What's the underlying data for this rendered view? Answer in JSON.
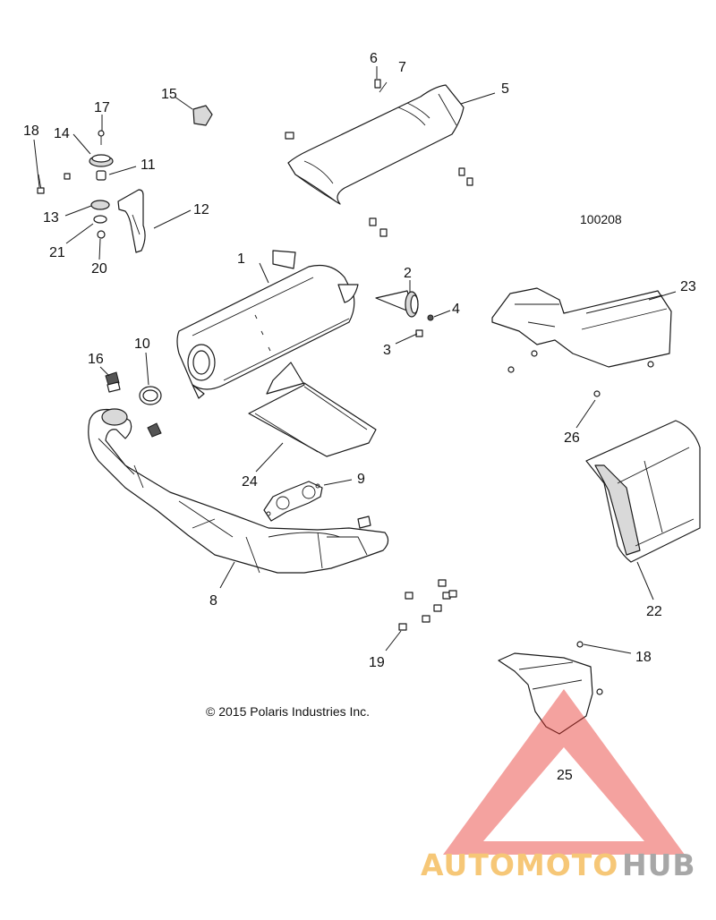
{
  "diagram": {
    "drawing_number": "100208",
    "copyright": "© 2015 Polaris Industries Inc.",
    "callouts": [
      "1",
      "2",
      "3",
      "4",
      "5",
      "6",
      "7",
      "8",
      "9",
      "10",
      "11",
      "12",
      "13",
      "14",
      "15",
      "16",
      "17",
      "18",
      "18",
      "19",
      "20",
      "21",
      "22",
      "23",
      "24",
      "25",
      "26"
    ]
  },
  "parts": {
    "p1": "1",
    "p2": "2",
    "p3": "3",
    "p4": "4",
    "p5": "5",
    "p6": "6",
    "p7": "7",
    "p8": "8",
    "p9": "9",
    "p10": "10",
    "p11": "11",
    "p12": "12",
    "p13": "13",
    "p14": "14",
    "p15": "15",
    "p16": "16",
    "p17": "17",
    "p18a": "18",
    "p18b": "18",
    "p19": "19",
    "p20": "20",
    "p21": "21",
    "p22": "22",
    "p23": "23",
    "p24": "24",
    "p25": "25",
    "p26": "26"
  },
  "watermark": {
    "brand_part1": "AUTOMOTO",
    "brand_part2": "HUB",
    "color_part1": "#f3b54a",
    "color_part2": "#8a8a8a",
    "triangle_color": "#e8302a",
    "icon": "warning-triangle-logo"
  }
}
